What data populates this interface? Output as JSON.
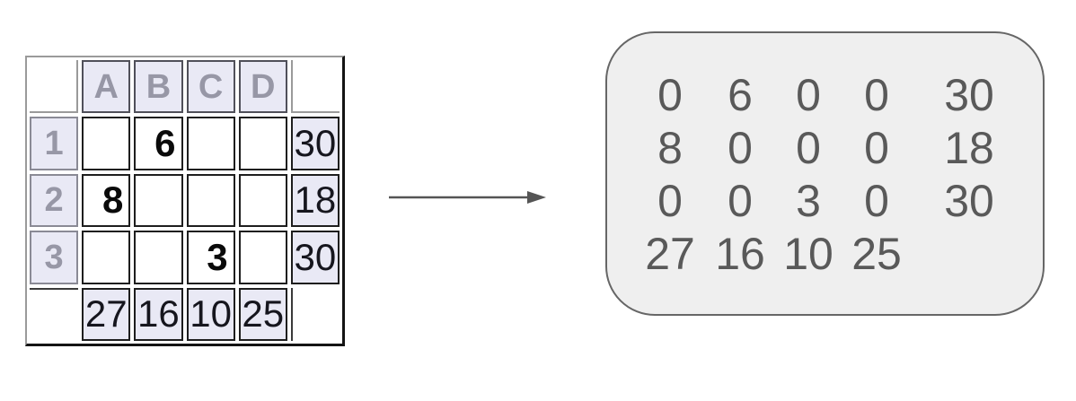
{
  "colors": {
    "header-bg": "#e9e9f5",
    "header-text": "#9797a6",
    "value-text": "#0a0a0a",
    "total-text": "#16161e",
    "cell-border-dark": "#1e1e1e",
    "cell-border-mid": "#50505a",
    "cell-border-gray": "#8a8a95",
    "table-border-light": "#9a9a9a",
    "table-border-dark": "#141414",
    "panel-bg": "#efefef",
    "panel-border": "#666666",
    "matrix-text": "#595959",
    "arrow": "#555555"
  },
  "spreadsheet": {
    "col_headers": [
      "A",
      "B",
      "C",
      "D"
    ],
    "rows": [
      {
        "header": "1",
        "cells": [
          "",
          "6",
          "",
          ""
        ],
        "total": "30"
      },
      {
        "header": "2",
        "cells": [
          "8",
          "",
          "",
          ""
        ],
        "total": "18"
      },
      {
        "header": "3",
        "cells": [
          "",
          "",
          "3",
          ""
        ],
        "total": "30"
      }
    ],
    "col_totals": [
      "27",
      "16",
      "10",
      "25"
    ]
  },
  "matrix": {
    "rows": [
      [
        "0",
        "6",
        "0",
        "0",
        "30"
      ],
      [
        "8",
        "0",
        "0",
        "0",
        "18"
      ],
      [
        "0",
        "0",
        "3",
        "0",
        "30"
      ],
      [
        "27",
        "16",
        "10",
        "25",
        ""
      ]
    ]
  }
}
